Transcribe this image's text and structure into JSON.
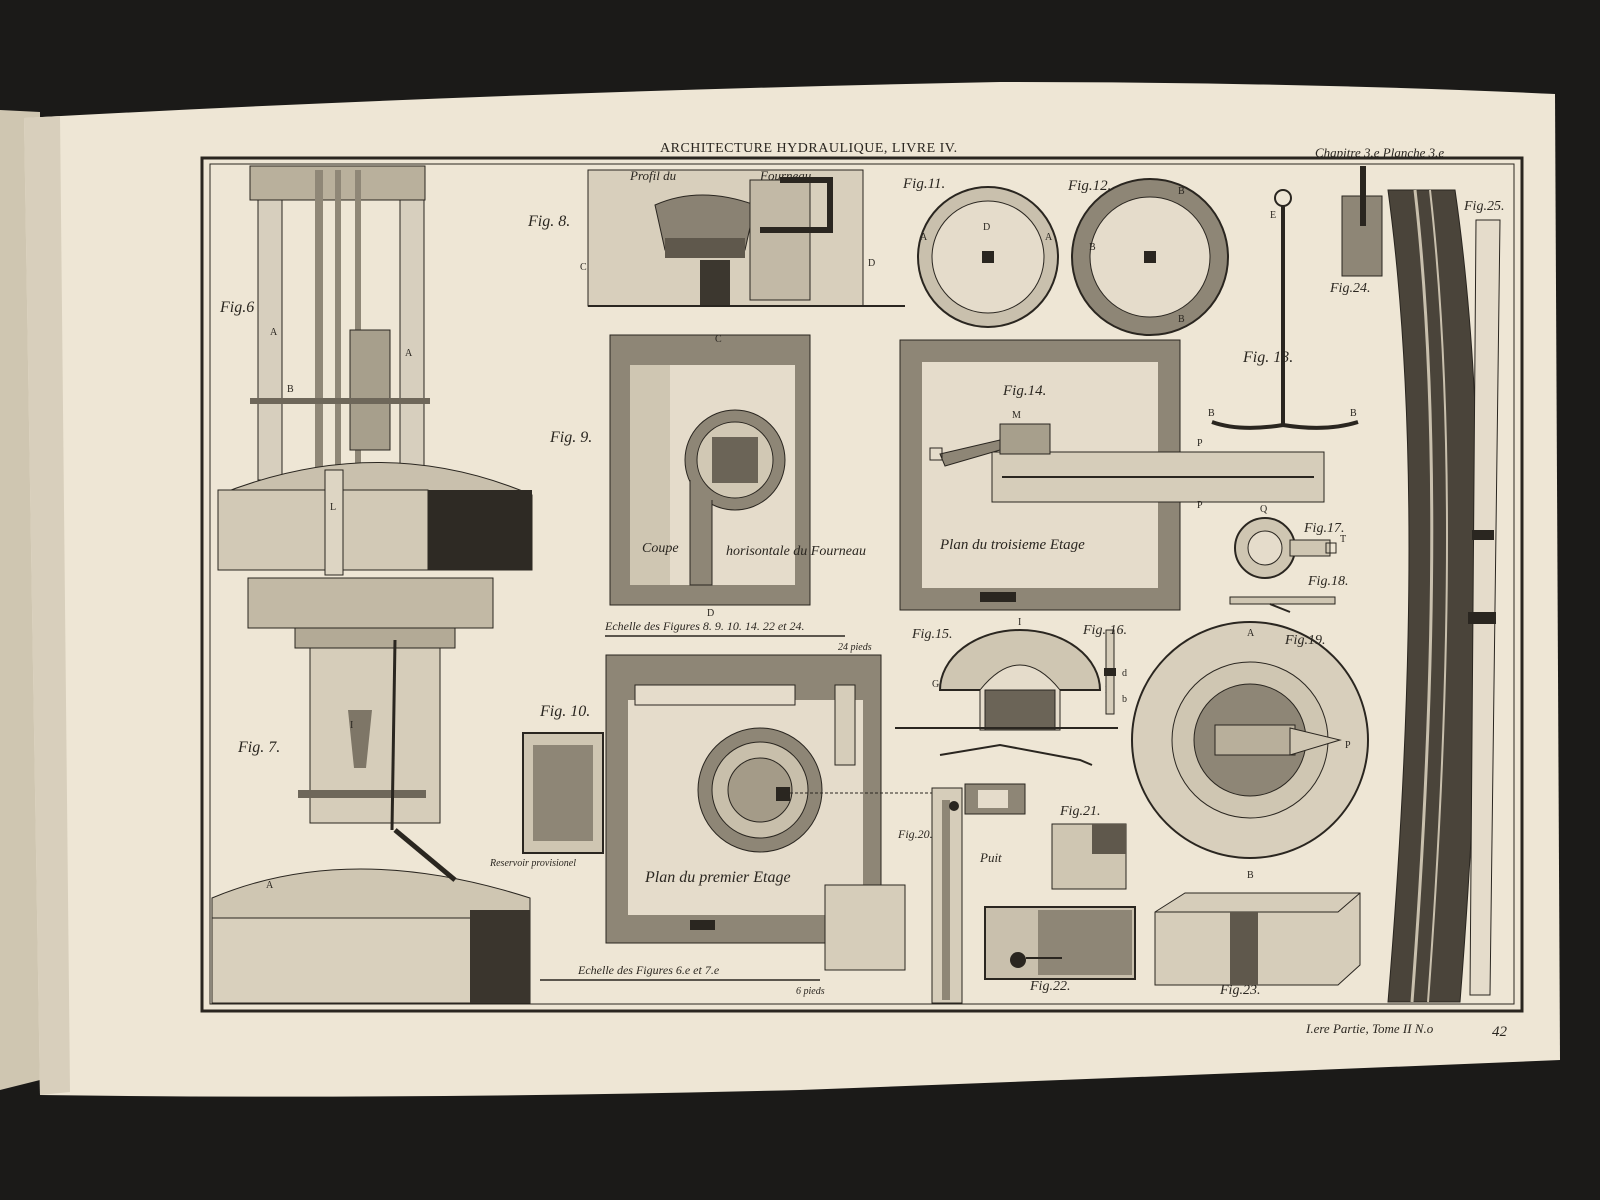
{
  "header": {
    "title": "ARCHITECTURE HYDRAULIQUE, LIVRE IV.",
    "chapter": "Chapitre 3.e Planche 3.e"
  },
  "footer": {
    "volume": "I.ere Partie, Tome II N.o",
    "page_number": "42"
  },
  "figures": {
    "fig6": "Fig.6",
    "fig7": "Fig. 7.",
    "fig8": "Fig. 8.",
    "fig9": "Fig. 9.",
    "fig10": "Fig. 10.",
    "fig11": "Fig.11.",
    "fig12": "Fig.12.",
    "fig13": "Fig. 13.",
    "fig14": "Fig.14.",
    "fig15": "Fig.15.",
    "fig16": "Fig. 16.",
    "fig17": "Fig.17.",
    "fig18": "Fig.18.",
    "fig19": "Fig.19.",
    "fig20": "Fig.20.",
    "fig21": "Fig.21.",
    "fig22": "Fig.22.",
    "fig23": "Fig.23.",
    "fig24": "Fig.24.",
    "fig25": "Fig.25."
  },
  "captions": {
    "profil": "Profil du",
    "fourneau": "Fourneau",
    "coupe": "Coupe",
    "horisontale": "horisontale du Fourneau",
    "plan_troisieme": "Plan du troisieme Etage",
    "plan_premier": "Plan du premier Etage",
    "reservoir": "Reservoir provisionel",
    "puit": "Puit",
    "scale1": "Echelle des Figures 8. 9. 10. 14. 22 et 24.",
    "scale1_end": "24 pieds",
    "scale2": "Echelle des Figures 6.e et 7.e",
    "scale2_end": "6 pieds"
  }
}
